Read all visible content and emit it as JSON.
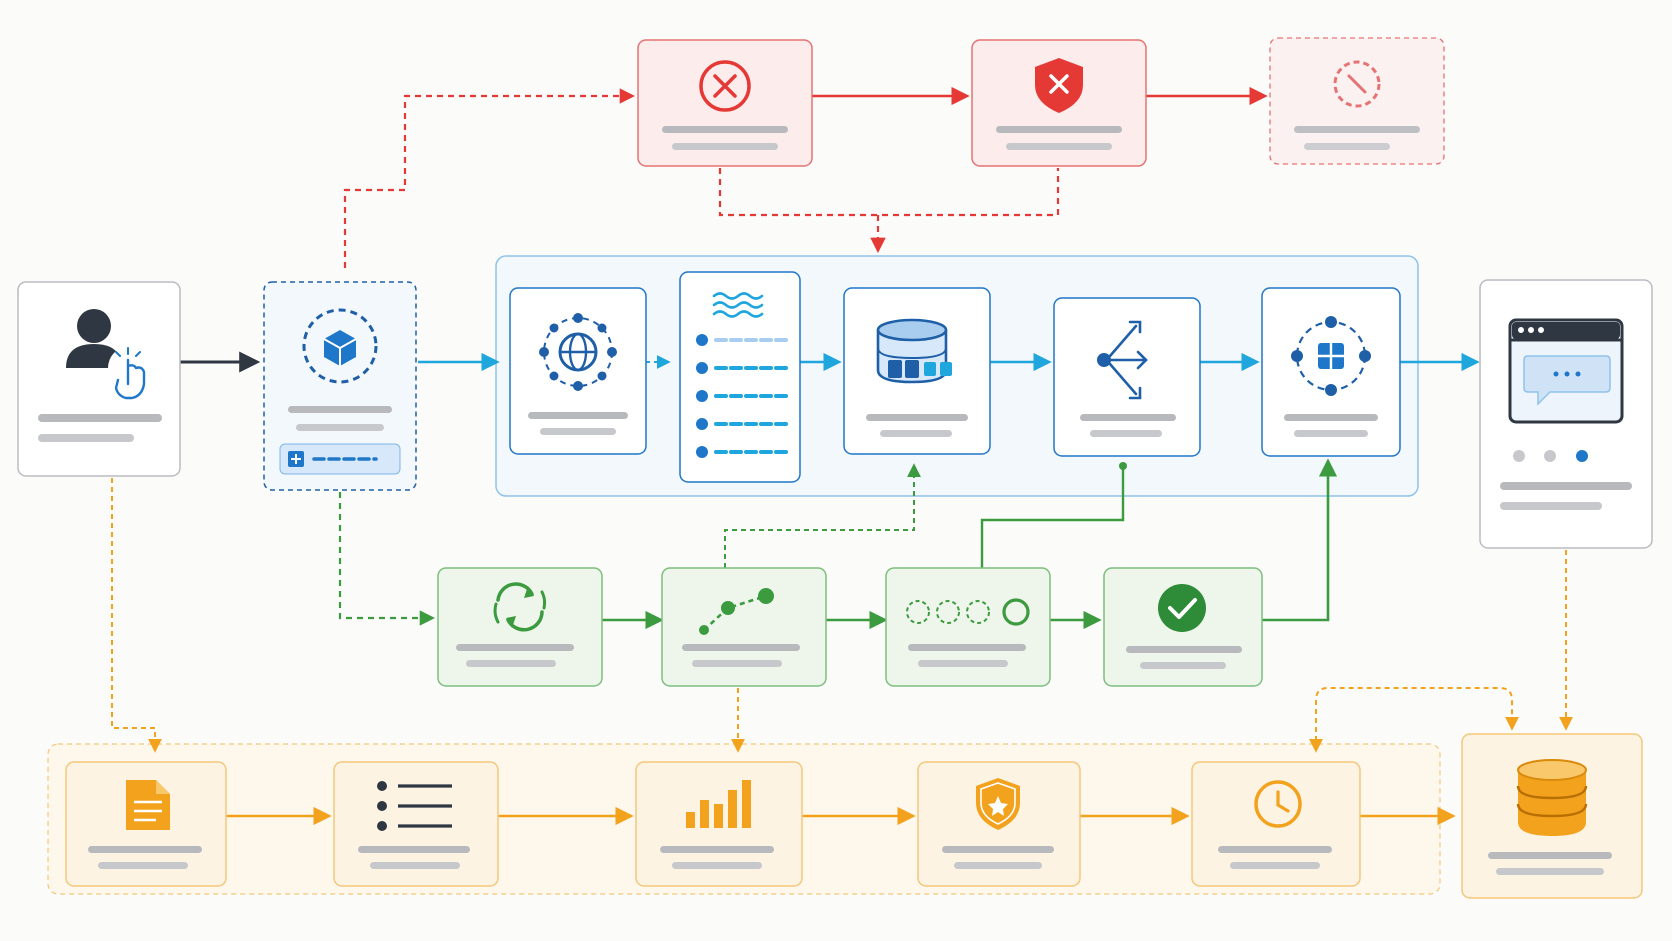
{
  "diagram": {
    "colors": {
      "red": "#e53935",
      "red_fill": "#fcecec",
      "blue": "#1f77c9",
      "blue_arrow": "#1fa6dc",
      "blue_fill": "#f3f8fd",
      "green": "#3c9a3f",
      "green_fill": "#eef6ec",
      "orange": "#f2a21c",
      "orange_fill": "#fdf3e3",
      "ink": "#2f3742",
      "placeholder_bar": "#b7b9bd"
    },
    "nodes": [
      {
        "id": "user",
        "icon": "user-click-icon",
        "lane": "input"
      },
      {
        "id": "ingest",
        "icon": "cube-icon",
        "lane": "input",
        "style": "dashed"
      },
      {
        "id": "error",
        "icon": "error-x-icon",
        "lane": "error"
      },
      {
        "id": "security-block",
        "icon": "shield-x-icon",
        "lane": "error"
      },
      {
        "id": "blocked",
        "icon": "blocked-icon",
        "lane": "error",
        "style": "dashed"
      },
      {
        "id": "network",
        "icon": "globe-network-icon",
        "lane": "processing"
      },
      {
        "id": "stream",
        "icon": "stream-list-icon",
        "lane": "processing"
      },
      {
        "id": "storage",
        "icon": "database-blocks-icon",
        "lane": "processing"
      },
      {
        "id": "router",
        "icon": "branch-arrows-icon",
        "lane": "processing"
      },
      {
        "id": "aggregate",
        "icon": "grid-orbit-icon",
        "lane": "processing"
      },
      {
        "id": "output",
        "icon": "browser-chat-icon",
        "lane": "output"
      },
      {
        "id": "sync",
        "icon": "refresh-icon",
        "lane": "validation"
      },
      {
        "id": "trend",
        "icon": "trend-line-icon",
        "lane": "validation"
      },
      {
        "id": "steps",
        "icon": "step-circles-icon",
        "lane": "validation"
      },
      {
        "id": "approved",
        "icon": "check-circle-icon",
        "lane": "validation"
      },
      {
        "id": "document",
        "icon": "document-icon",
        "lane": "logging"
      },
      {
        "id": "list",
        "icon": "list-icon",
        "lane": "logging"
      },
      {
        "id": "metrics",
        "icon": "bar-chart-icon",
        "lane": "logging"
      },
      {
        "id": "audit",
        "icon": "shield-star-icon",
        "lane": "logging"
      },
      {
        "id": "schedule",
        "icon": "clock-icon",
        "lane": "logging"
      },
      {
        "id": "archive",
        "icon": "database-icon",
        "lane": "logging"
      }
    ],
    "output_carousel": {
      "pages": 3,
      "active": 3
    }
  }
}
